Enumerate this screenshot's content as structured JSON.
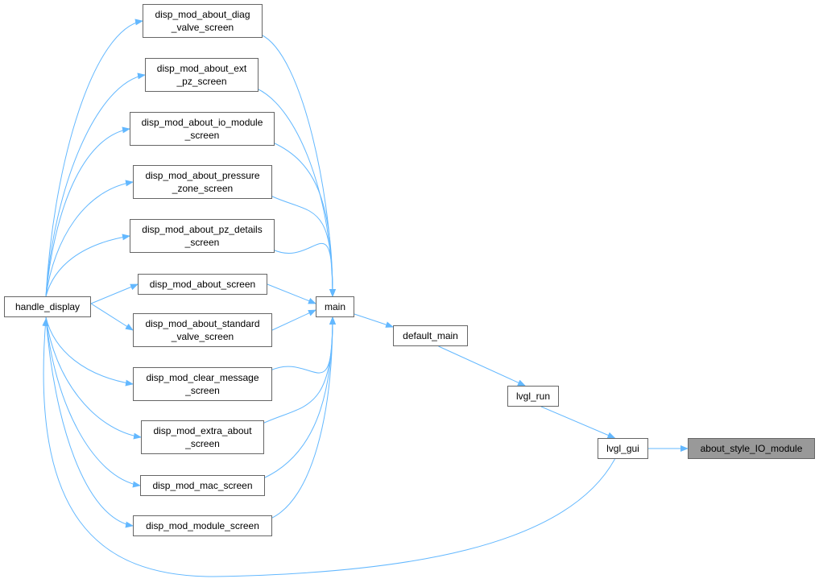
{
  "colors": {
    "edge": "#63b8ff",
    "node_border": "#666666",
    "node_bg": "#ffffff",
    "focus_bg": "#999999"
  },
  "nodes": {
    "handle_display": {
      "lines": [
        "handle_display"
      ]
    },
    "diag_valve": {
      "lines": [
        "disp_mod_about_diag",
        "_valve_screen"
      ]
    },
    "ext_pz": {
      "lines": [
        "disp_mod_about_ext",
        "_pz_screen"
      ]
    },
    "io_module": {
      "lines": [
        "disp_mod_about_io_module",
        "_screen"
      ]
    },
    "pressure_zone": {
      "lines": [
        "disp_mod_about_pressure",
        "_zone_screen"
      ]
    },
    "pz_details": {
      "lines": [
        "disp_mod_about_pz_details",
        "_screen"
      ]
    },
    "about_screen": {
      "lines": [
        "disp_mod_about_screen"
      ]
    },
    "standard_valve": {
      "lines": [
        "disp_mod_about_standard",
        "_valve_screen"
      ]
    },
    "clear_message": {
      "lines": [
        "disp_mod_clear_message",
        "_screen"
      ]
    },
    "extra_about": {
      "lines": [
        "disp_mod_extra_about",
        "_screen"
      ]
    },
    "mac_screen": {
      "lines": [
        "disp_mod_mac_screen"
      ]
    },
    "module_screen": {
      "lines": [
        "disp_mod_module_screen"
      ]
    },
    "main": {
      "lines": [
        "main"
      ]
    },
    "default_main": {
      "lines": [
        "default_main"
      ]
    },
    "lvgl_run": {
      "lines": [
        "lvgl_run"
      ]
    },
    "lvgl_gui": {
      "lines": [
        "lvgl_gui"
      ]
    },
    "about_style": {
      "lines": [
        "about_style_IO_module"
      ]
    }
  },
  "edges": [
    [
      "handle_display",
      "diag_valve"
    ],
    [
      "handle_display",
      "ext_pz"
    ],
    [
      "handle_display",
      "io_module"
    ],
    [
      "handle_display",
      "pressure_zone"
    ],
    [
      "handle_display",
      "pz_details"
    ],
    [
      "handle_display",
      "about_screen"
    ],
    [
      "handle_display",
      "standard_valve"
    ],
    [
      "handle_display",
      "clear_message"
    ],
    [
      "handle_display",
      "extra_about"
    ],
    [
      "handle_display",
      "mac_screen"
    ],
    [
      "handle_display",
      "module_screen"
    ],
    [
      "diag_valve",
      "main"
    ],
    [
      "ext_pz",
      "main"
    ],
    [
      "io_module",
      "main"
    ],
    [
      "pressure_zone",
      "main"
    ],
    [
      "pz_details",
      "main"
    ],
    [
      "about_screen",
      "main"
    ],
    [
      "standard_valve",
      "main"
    ],
    [
      "clear_message",
      "main"
    ],
    [
      "extra_about",
      "main"
    ],
    [
      "mac_screen",
      "main"
    ],
    [
      "module_screen",
      "main"
    ],
    [
      "main",
      "default_main"
    ],
    [
      "default_main",
      "lvgl_run"
    ],
    [
      "lvgl_run",
      "lvgl_gui"
    ],
    [
      "lvgl_gui",
      "about_style"
    ],
    [
      "lvgl_gui",
      "handle_display"
    ]
  ]
}
